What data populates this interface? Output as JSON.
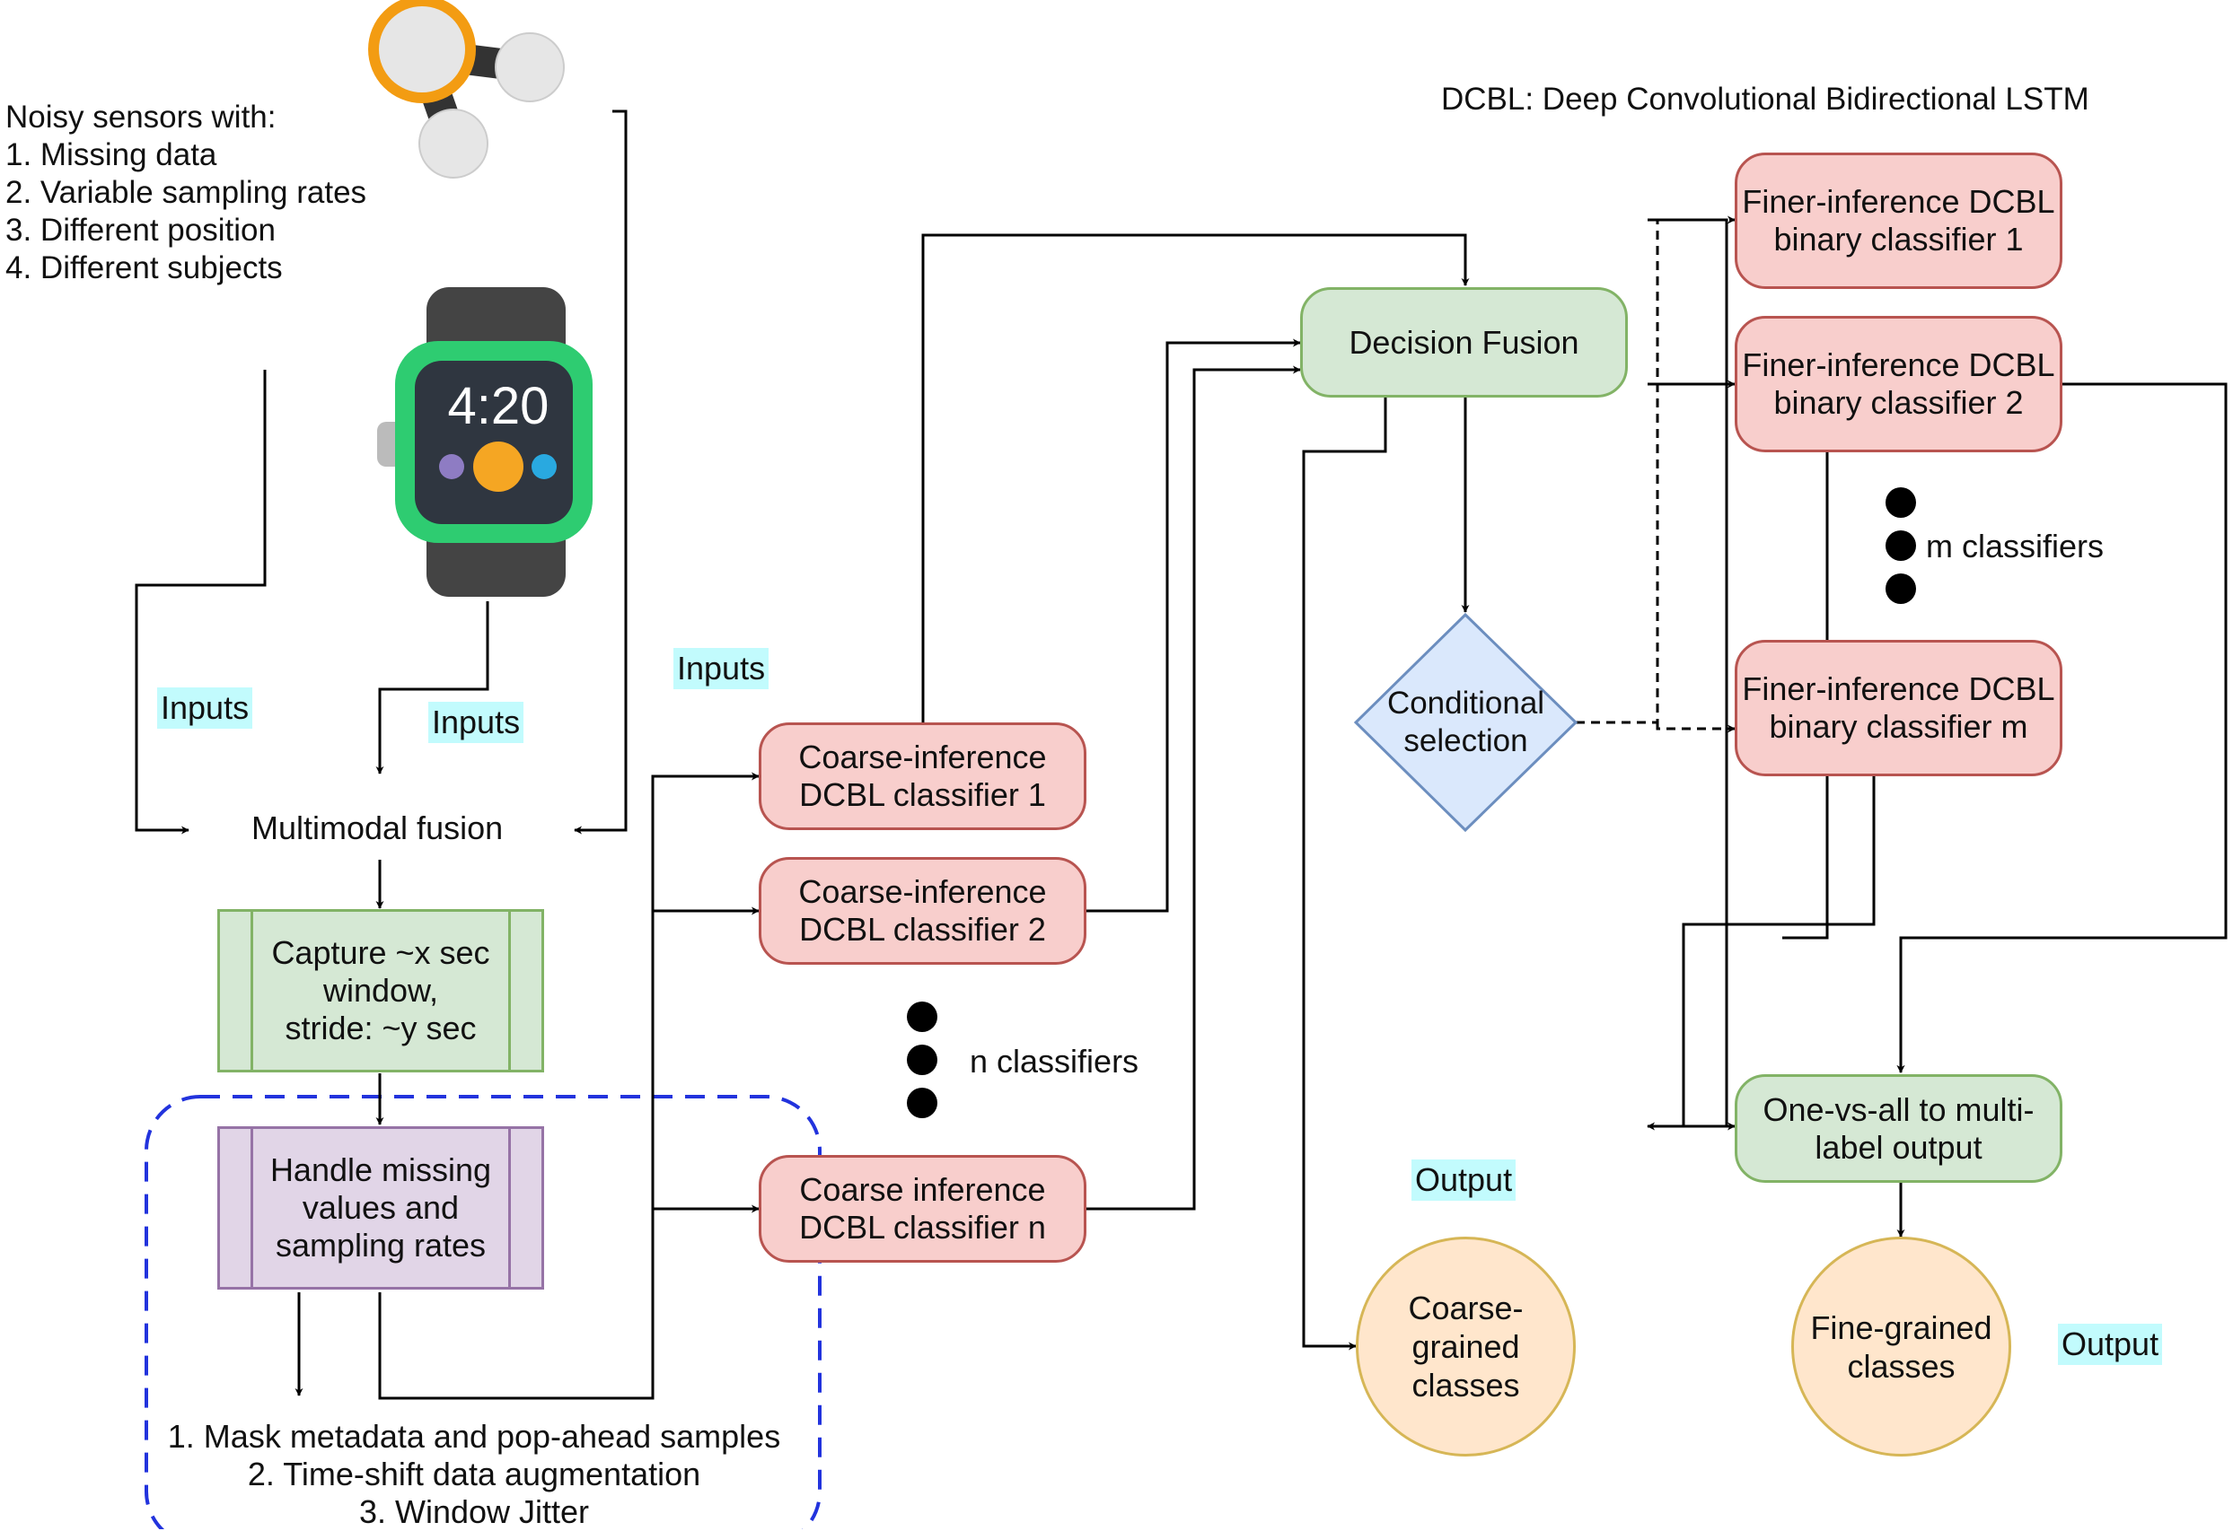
{
  "legend": {
    "dcbl": "DCBL: Deep Convolutional Bidirectional LSTM"
  },
  "sensors": {
    "heading": "Noisy sensors with:",
    "items": [
      "1. Missing data",
      "2. Variable sampling rates",
      "3. Different position",
      "4. Different subjects"
    ]
  },
  "watch": {
    "time": "4:20"
  },
  "tags": {
    "inputs_left": "Inputs",
    "inputs_mid": "Inputs",
    "inputs_center": "Inputs",
    "output_coarse": "Output",
    "output_fine": "Output"
  },
  "fusion_label": "Multimodal fusion",
  "capture_box": "Capture ~x sec\nwindow,\nstride: ~y sec",
  "handle_box": "Handle missing\nvalues and\nsampling rates",
  "augment_list": [
    "1. Mask metadata and pop-ahead samples",
    "2. Time-shift data augmentation",
    "3. Window Jitter"
  ],
  "coarse": [
    "Coarse-inference\nDCBL classifier 1",
    "Coarse-inference\nDCBL classifier 2",
    "Coarse inference\nDCBL classifier n"
  ],
  "n_classifiers": "n classifiers",
  "decision_fusion": "Decision Fusion",
  "conditional": "Conditional\nselection",
  "fine": [
    "Finer-inference DCBL\nbinary classifier 1",
    "Finer-inference DCBL\nbinary classifier 2",
    "Finer-inference DCBL\nbinary classifier m"
  ],
  "m_classifiers": "m classifiers",
  "one_vs_all": "One-vs-all to multi-\nlabel output",
  "coarse_classes": "Coarse-\ngrained\nclasses",
  "fine_classes": "Fine-grained\nclasses",
  "colors": {
    "red_fill": "#f8cecc",
    "red_stroke": "#b85450",
    "green_fill": "#d5e8d4",
    "green_stroke": "#82b366",
    "purple_fill": "#e1d5e7",
    "purple_stroke": "#9673a6",
    "blue_fill": "#dae8fc",
    "blue_stroke": "#6c8ebf",
    "orange_fill": "#ffe6cc",
    "orange_stroke": "#d6b656",
    "tag_bg": "#c2fbfd",
    "dashed_region": "#2233dd"
  },
  "icons": [
    "molecule-icon",
    "smartwatch-icon"
  ]
}
